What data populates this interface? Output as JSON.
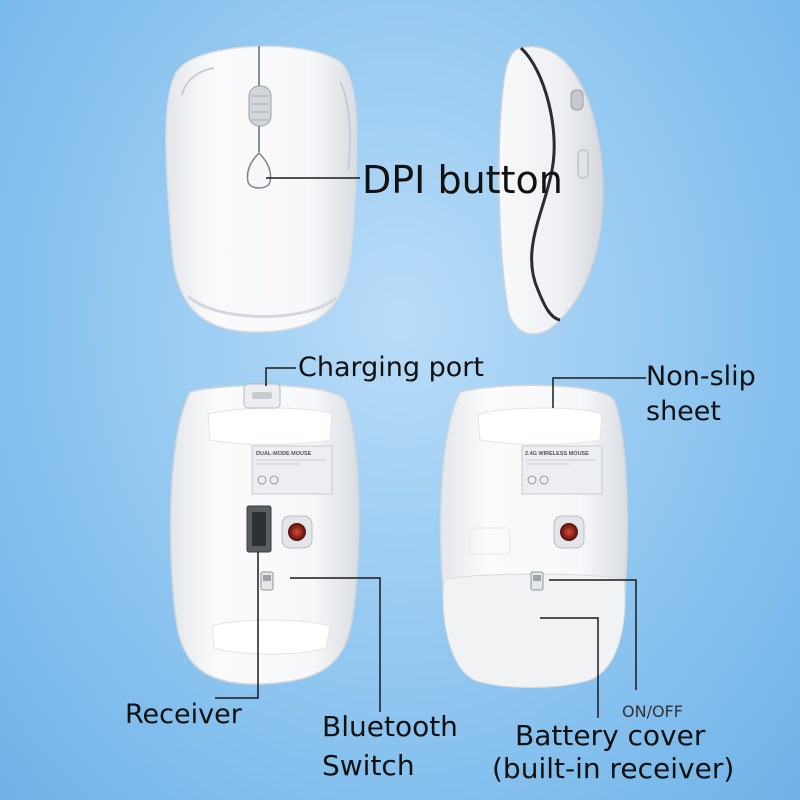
{
  "labels": {
    "dpi_button": "DPI button",
    "charging_port": "Charging port",
    "non_slip_line1": "Non-slip",
    "non_slip_line2": "sheet",
    "receiver": "Receiver",
    "bluetooth_line1": "Bluetooth",
    "bluetooth_line2": "Switch",
    "on_off": "ON/OFF",
    "battery_line1": "Battery cover",
    "battery_line2": "(built-in receiver)"
  },
  "stickers": {
    "left_title": "DUAL-MODE MOUSE",
    "right_title": "2.4G WIRELESS MOUSE"
  },
  "colors": {
    "background": "#8fc6f0",
    "mouse_body": "#f4f5f7",
    "sensor": "#9b2a1e",
    "callout_line": "#1a1a1a"
  }
}
